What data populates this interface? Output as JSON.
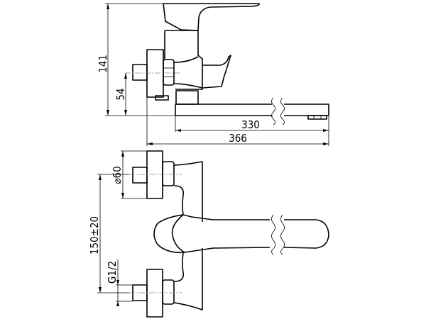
{
  "drawing": {
    "title": "Wall-mounted mixer with long spout — dimensional drawing",
    "colors": {
      "line": "#000000",
      "centerline": "#888888",
      "background": "#ffffff"
    },
    "dimensions": {
      "total_height": "141",
      "inlet_height": "54",
      "spout_length": "330",
      "total_length": "366",
      "flange_diameter": "⌀60",
      "inlet_spacing": "150±20",
      "thread": "G1/2"
    }
  }
}
